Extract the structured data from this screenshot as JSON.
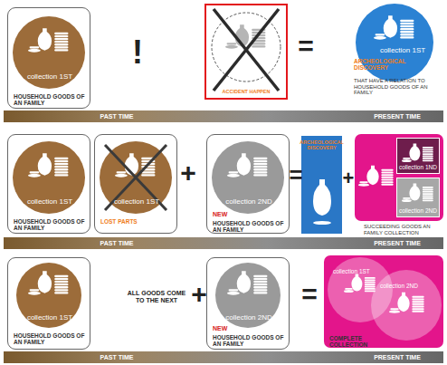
{
  "diagram": {
    "nodes": [
      {
        "text": [
          "collection 1ST",
          "HOUSEHOLD GOODS OF AN FAMILY"
        ]
      },
      {
        "text": [
          "ACCIDENT HAPPEN"
        ]
      },
      {
        "text": [
          "collection 1ST",
          "ARCHEOLOGICAL DISCOVERY",
          "THAT HAVE A RELATION TO HOUSEHOLD GOODS OF AN FAMILY"
        ]
      },
      {
        "text": [
          "PAST TIME",
          "PRESENT TIME"
        ]
      },
      {
        "text": [
          "collection 1ST",
          "HOUSEHOLD GOODS OF AN FAMILY"
        ]
      },
      {
        "text": [
          "collection 1ST",
          "LOST PARTS"
        ]
      },
      {
        "text": [
          "collection 2ND",
          "NEW",
          "HOUSEHOLD GOODS OF AN FAMILY"
        ]
      },
      {
        "text": [
          "ARCHEOLOGICAL DISCOVERY"
        ]
      },
      {
        "text": [
          "SUCCEEDING GOODS AN FAMILY COLLECTION"
        ]
      },
      {
        "text": [
          "collection 1ND"
        ],
        "in": 8
      },
      {
        "text": [
          "collection 2ND"
        ],
        "in": 8
      },
      {
        "text": [
          "PAST TIME",
          "PRESENT TIME"
        ]
      },
      {
        "text": [
          "collection 1ST",
          "HOUSEHOLD GOODS OF AN FAMILY"
        ]
      },
      {
        "text": [
          "collection 2ND",
          "NEW",
          "HOUSEHOLD GOODS OF AN FAMILY"
        ]
      },
      {
        "text": [
          "COMPLETE COLLECTION"
        ]
      },
      {
        "text": [
          "collection 1ST"
        ],
        "in": 14
      },
      {
        "text": [
          "collection 2ND"
        ],
        "in": 14
      },
      {
        "text": [
          "PAST TIME",
          "PRESENT TIME"
        ]
      }
    ],
    "labels": [
      "!",
      "=",
      "+",
      "=",
      "+",
      "ALL GOODS COME TO THE NEXT",
      "+",
      "="
    ]
  }
}
